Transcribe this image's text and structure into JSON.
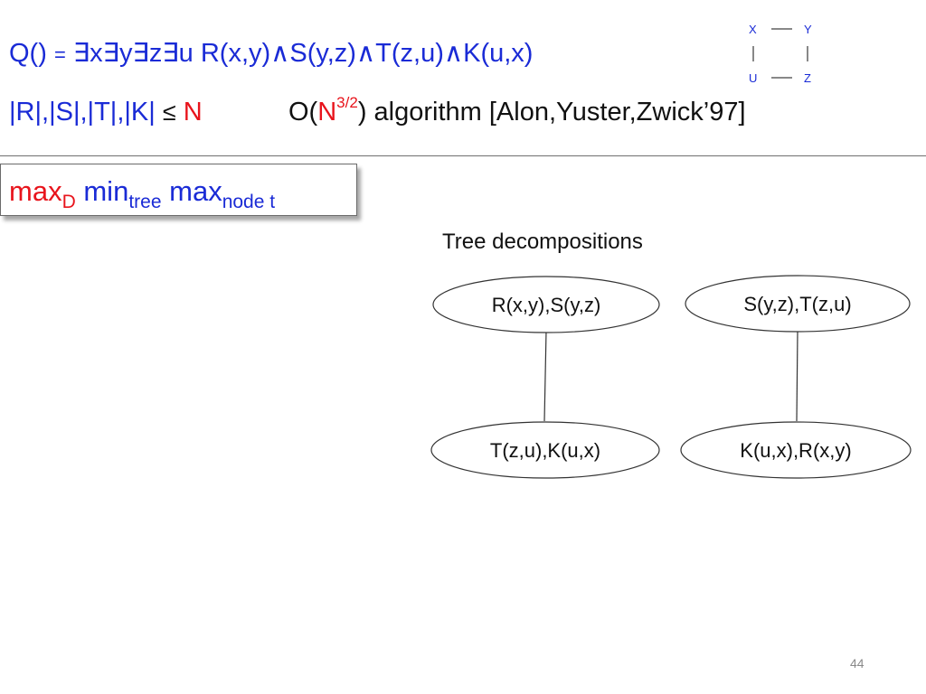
{
  "query": {
    "prefix": "Q()",
    "equals": "=",
    "body": "∃x∃y∃z∃u R(x,y)∧S(y,z)∧T(z,u)∧K(u,x)"
  },
  "variable_graph": {
    "nodes": [
      "X",
      "Y",
      "U",
      "Z"
    ]
  },
  "size_bound": {
    "relations": "|R|,|S|,|T|,|K|",
    "leq": "≤",
    "N": "N"
  },
  "complexity": {
    "open": "O(",
    "N": "N",
    "exp": "3/2",
    "rest": ") algorithm [Alon,Yuster,Zwick’97]"
  },
  "width_formula": {
    "max1": "max",
    "sub1": "D",
    "min": " min",
    "sub2": "tree",
    "max2": " max",
    "sub3": "node t"
  },
  "tree_decompositions": {
    "caption": "Tree decompositions",
    "trees": [
      {
        "root": "R(x,y),S(y,z)",
        "child": "T(z,u),K(u,x)"
      },
      {
        "root": "S(y,z),T(z,u)",
        "child": "K(u,x),R(x,y)"
      }
    ]
  },
  "page_number": "44",
  "colors": {
    "blue": "#1a2bd6",
    "red": "#e8141c",
    "text": "#111111"
  }
}
